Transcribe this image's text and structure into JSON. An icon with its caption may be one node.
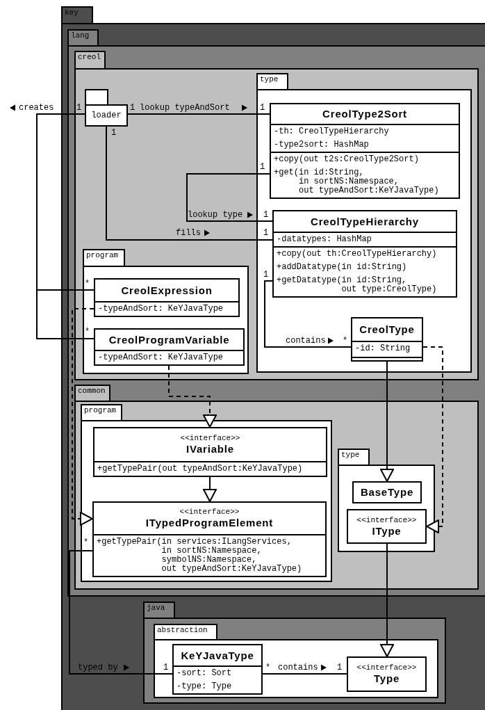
{
  "diagram": {
    "nodes": [
      {
        "text": [
          "key"
        ]
      },
      {
        "text": [
          "lang"
        ],
        "in": 0
      },
      {
        "text": [
          "creol"
        ],
        "in": 1
      },
      {
        "text": [
          "loader"
        ],
        "in": 2
      },
      {
        "text": [
          "type"
        ],
        "in": 2
      },
      {
        "text": [
          "CreolType2Sort",
          "-th: CreolTypeHierarchy",
          "-type2sort: HashMap",
          "+copy(out t2s:CreolType2Sort)",
          "+get(in id:String, in sortNS:Namespace, out typeAndSort:KeYJavaType)"
        ],
        "in": 4
      },
      {
        "text": [
          "CreolTypeHierarchy",
          "-datatypes: HashMap",
          "+copy(out th:CreolTypeHierarchy)",
          "+addDatatype(in id:String)",
          "+getDatatype(in id:String, out type:CreolType)"
        ],
        "in": 4
      },
      {
        "text": [
          "CreolType",
          "-id: String"
        ],
        "in": 4
      },
      {
        "text": [
          "program"
        ],
        "in": 2
      },
      {
        "text": [
          "CreolExpression",
          "-typeAndSort: KeYJavaType"
        ],
        "in": 8
      },
      {
        "text": [
          "CreolProgramVariable",
          "-typeAndSort: KeYJavaType"
        ],
        "in": 8
      },
      {
        "text": [
          "common"
        ],
        "in": 1
      },
      {
        "text": [
          "program"
        ],
        "in": 11
      },
      {
        "text": [
          "<<interface>>",
          "IVariable",
          "+getTypePair(out typeAndSort:KeYJavaType)"
        ],
        "in": 12
      },
      {
        "text": [
          "<<interface>>",
          "ITypedProgramElement",
          "+getTypePair(in services:ILangServices, in sortNS:Namespace, symbolNS:Namespace, out typeAndSort:KeYJavaType)"
        ],
        "in": 12
      },
      {
        "text": [
          "type"
        ],
        "in": 11
      },
      {
        "text": [
          "BaseType"
        ],
        "in": 15
      },
      {
        "text": [
          "<<interface>>",
          "IType"
        ],
        "in": 15
      },
      {
        "text": [
          "java"
        ],
        "in": 0
      },
      {
        "text": [
          "abstraction"
        ],
        "in": 18
      },
      {
        "text": [
          "KeYJavaType",
          "-sort: Sort",
          "-type: Type"
        ],
        "in": 19
      },
      {
        "text": [
          "<<interface>>",
          "Type"
        ],
        "in": 19
      }
    ],
    "edges": [
      {
        "from": 3,
        "to": 9,
        "arrow": "none",
        "label": "creates"
      },
      {
        "from": 3,
        "to": 10,
        "arrow": "none"
      },
      {
        "from": 3,
        "to": 5,
        "arrow": "none",
        "label": "lookup typeAndSort"
      },
      {
        "from": 5,
        "to": 6,
        "arrow": "none",
        "label": "lookup type"
      },
      {
        "from": 3,
        "to": 6,
        "arrow": "none",
        "label": "fills"
      },
      {
        "from": 6,
        "to": 7,
        "arrow": "none",
        "label": "contains"
      },
      {
        "from": 7,
        "to": 16,
        "arrow": "to"
      },
      {
        "from": 17,
        "to": 21,
        "arrow": "to"
      },
      {
        "from": 7,
        "to": 17,
        "arrow": "to",
        "style": "dashed"
      },
      {
        "from": 10,
        "to": 13,
        "arrow": "to",
        "style": "dashed"
      },
      {
        "from": 9,
        "to": 14,
        "arrow": "to",
        "style": "dashed"
      },
      {
        "from": 13,
        "to": 14,
        "arrow": "to"
      },
      {
        "from": 14,
        "to": 20,
        "arrow": "none",
        "label": "typed by"
      },
      {
        "from": 20,
        "to": 21,
        "arrow": "none",
        "label": "contains"
      }
    ],
    "labels": [
      "1",
      "1",
      "1",
      "1",
      "1",
      "1",
      "1",
      "1",
      "*",
      "*",
      "*",
      "*",
      "1",
      "*",
      "1"
    ]
  }
}
